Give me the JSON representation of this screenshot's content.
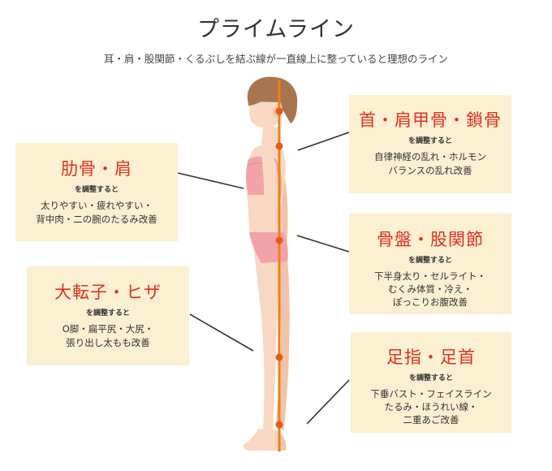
{
  "title": "プライムライン",
  "subtitle": "耳・肩・股関節・くるぶしを結ぶ線が一直線上に整っていると理想のライン",
  "boxes": [
    {
      "id": "neck",
      "title": "首・肩甲骨・鎖骨",
      "sub": "を調整すると",
      "lines": [
        "自律神経の乱れ・ホルモン",
        "バランスの乱れ改善"
      ]
    },
    {
      "id": "ribs",
      "title": "肋骨・肩",
      "sub": "を調整すると",
      "lines": [
        "太りやすい・疲れやすい・",
        "背中肉・二の腕のたるみ改善"
      ]
    },
    {
      "id": "pelvis",
      "title": "骨盤・股関節",
      "sub": "を調整すると",
      "lines": [
        "下半身太り・セルライト・",
        "むくみ体質・冷え・",
        "ぽっこりお腹改善"
      ]
    },
    {
      "id": "hip",
      "title": "大転子・ヒザ",
      "sub": "を調整すると",
      "lines": [
        "O脚・扁平尻・大尻・",
        "張り出し太もも改善"
      ]
    },
    {
      "id": "feet",
      "title": "足指・足首",
      "sub": "を調整すると",
      "lines": [
        "下垂バスト・フェイスライン",
        "たるみ・ほうれい線・",
        "二重あご改善"
      ]
    }
  ],
  "colors": {
    "accent": "#e0301e",
    "box": "#fcf0d2",
    "line": "#f07f17",
    "skin": "#f8d8c2",
    "garment": "#f2a3aa",
    "hair": "#a97550"
  }
}
